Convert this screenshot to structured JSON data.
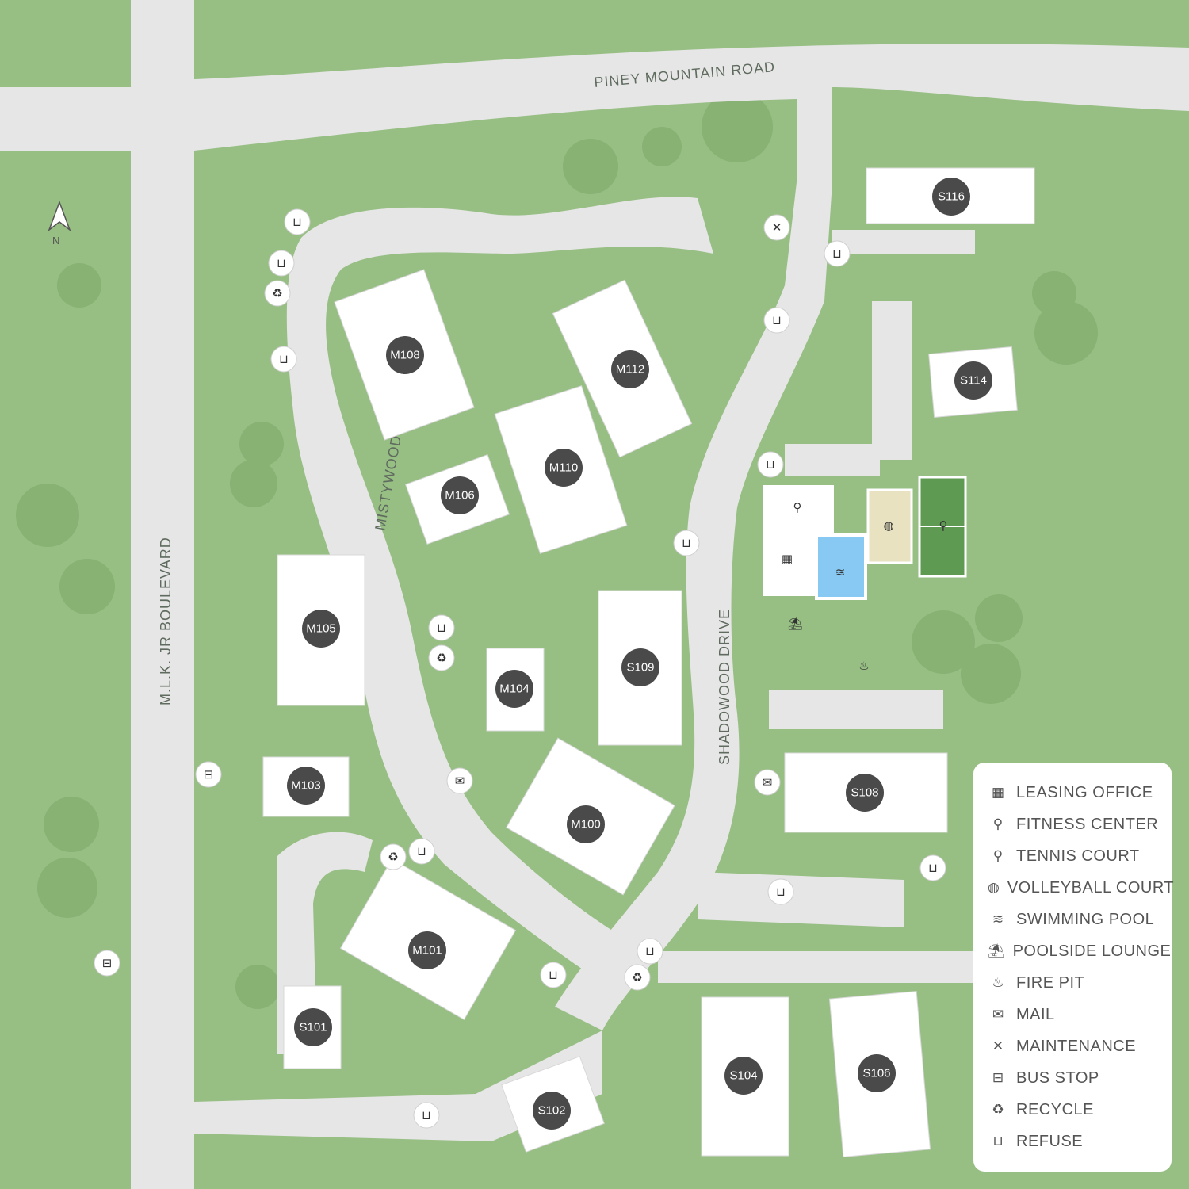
{
  "roads": {
    "piney_mountain": "PINEY MOUNTAIN ROAD",
    "mlk": "M.L.K. JR BOULEVARD",
    "mistywood": "MISTYWOOD CIRCLE",
    "shadowood": "SHADOWOOD DRIVE"
  },
  "compass": {
    "label": "N"
  },
  "buildings": [
    "S116",
    "M108",
    "M112",
    "S114",
    "M110",
    "M106",
    "M105",
    "M104",
    "S109",
    "M103",
    "M100",
    "S108",
    "M101",
    "S101",
    "S102",
    "S104",
    "S106"
  ],
  "amenity_icons": [
    "refuse-icon",
    "recycle-icon",
    "maintenance-icon",
    "mail-icon",
    "bus-stop-icon",
    "fitness-center-icon",
    "leasing-office-icon",
    "swimming-pool-icon",
    "volleyball-court-icon",
    "tennis-court-icon",
    "poolside-lounge-icon",
    "fire-pit-icon"
  ],
  "legend": {
    "items": [
      {
        "icon": "leasing-office-icon",
        "glyph": "▦",
        "label": "LEASING OFFICE"
      },
      {
        "icon": "fitness-center-icon",
        "glyph": "⚲",
        "label": "FITNESS CENTER"
      },
      {
        "icon": "tennis-court-icon",
        "glyph": "⚲",
        "label": "TENNIS COURT"
      },
      {
        "icon": "volleyball-court-icon",
        "glyph": "◍",
        "label": "VOLLEYBALL COURT"
      },
      {
        "icon": "swimming-pool-icon",
        "glyph": "≋",
        "label": "SWIMMING POOL"
      },
      {
        "icon": "poolside-lounge-icon",
        "glyph": "⛱",
        "label": "POOLSIDE LOUNGE"
      },
      {
        "icon": "fire-pit-icon",
        "glyph": "♨",
        "label": "FIRE PIT"
      },
      {
        "icon": "mail-icon",
        "glyph": "✉",
        "label": "MAIL"
      },
      {
        "icon": "maintenance-icon",
        "glyph": "✕",
        "label": "MAINTENANCE"
      },
      {
        "icon": "bus-stop-icon",
        "glyph": "⊟",
        "label": "BUS STOP"
      },
      {
        "icon": "recycle-icon",
        "glyph": "♻",
        "label": "RECYCLE"
      },
      {
        "icon": "refuse-icon",
        "glyph": "⊔",
        "label": "REFUSE"
      }
    ]
  },
  "colors": {
    "grass": "#97bf84",
    "grass_light": "#9fc68c",
    "road": "#e6e6e6",
    "path": "#dedede",
    "building": "#ffffff",
    "label_badge": "#4a4a4a",
    "pool": "#87c9f2",
    "volleyball": "#e8e2c0",
    "tennis": "#5e9a52",
    "tree": "#87b274"
  }
}
